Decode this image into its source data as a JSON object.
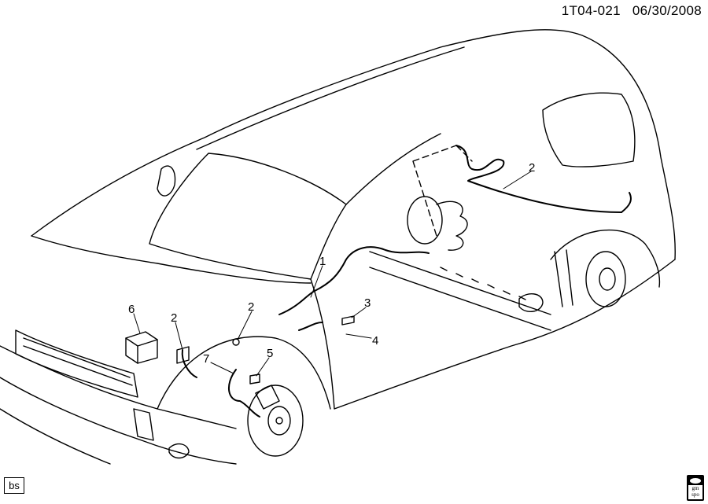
{
  "header": {
    "diagram_id": "1T04-021",
    "date": "06/30/2008"
  },
  "callouts": [
    {
      "id": "c1",
      "label": "1"
    },
    {
      "id": "c2a",
      "label": "2"
    },
    {
      "id": "c2b",
      "label": "2"
    },
    {
      "id": "c2c",
      "label": "2"
    },
    {
      "id": "c3",
      "label": "3"
    },
    {
      "id": "c4",
      "label": "4"
    },
    {
      "id": "c5",
      "label": "5"
    },
    {
      "id": "c6",
      "label": "6"
    },
    {
      "id": "c7",
      "label": "7"
    }
  ],
  "footer": {
    "tag": "bs",
    "logo_text": "gm spo"
  }
}
